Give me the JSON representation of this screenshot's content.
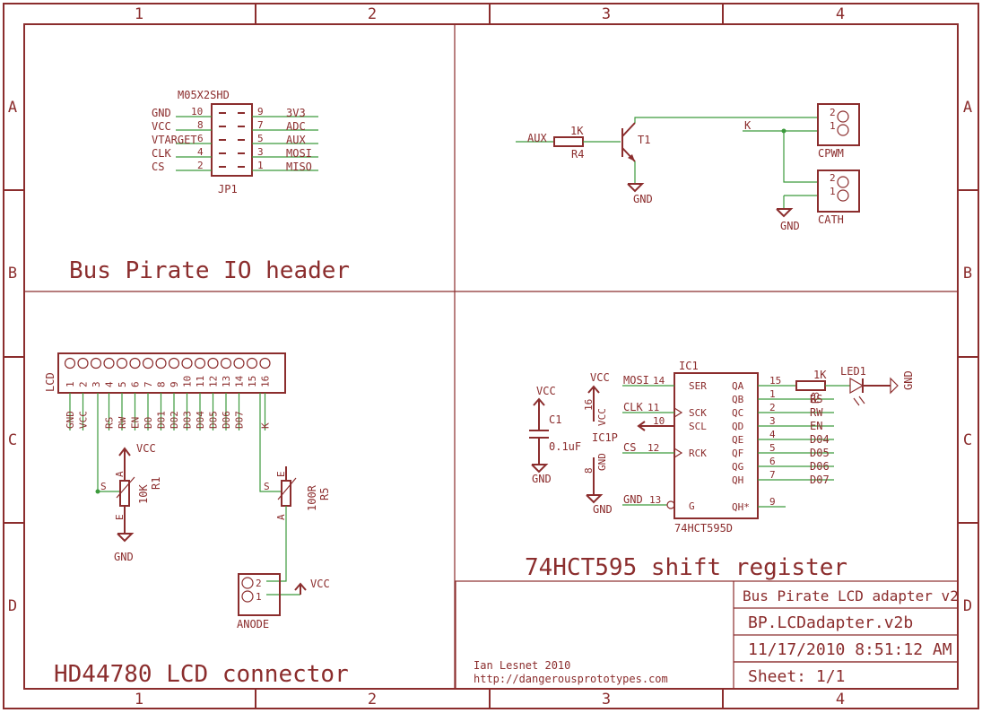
{
  "colors": {
    "ink": "#8b2d2d",
    "wire": "#3c9a3c",
    "background": "#ffffff"
  },
  "frame": {
    "columns": [
      "1",
      "2",
      "3",
      "4"
    ],
    "rows": [
      "A",
      "B",
      "C",
      "D"
    ]
  },
  "sections": {
    "header_title": "Bus Pirate IO header",
    "backlight_title": "",
    "lcd_title": "HD44780 LCD connector",
    "shift_title": "74HCT595 shift register"
  },
  "jp1": {
    "part": "M05X2SHD",
    "name": "JP1",
    "left_nets": [
      "GND",
      "VCC",
      "VTARGET",
      "CLK",
      "CS"
    ],
    "left_pins": [
      "10",
      "8",
      "6",
      "4",
      "2"
    ],
    "right_pins": [
      "9",
      "7",
      "5",
      "3",
      "1"
    ],
    "right_nets": [
      "3V3",
      "ADC",
      "AUX",
      "MOSI",
      "MISO"
    ]
  },
  "backlight": {
    "aux": "AUX",
    "r4_value": "1K",
    "r4_name": "R4",
    "t1": "T1",
    "gnd": "GND",
    "k": "K",
    "cpwm": "CPWM",
    "cath": "CATH",
    "pin2": "2",
    "pin1": "1"
  },
  "lcd": {
    "connector": "LCD",
    "pins": [
      "1",
      "2",
      "3",
      "4",
      "5",
      "6",
      "7",
      "8",
      "9",
      "10",
      "11",
      "12",
      "13",
      "14",
      "15",
      "16"
    ],
    "nets": [
      "GND",
      "VCC",
      "",
      "RS",
      "RW",
      "EN",
      "D0",
      "D01",
      "D02",
      "D03",
      "D04",
      "D05",
      "D06",
      "D07",
      "",
      "K"
    ],
    "vcc": "VCC",
    "gnd": "GND",
    "r1_value": "10K",
    "r1_name": "R1",
    "r5_value": "100R",
    "r5_name": "R5",
    "pot_a": "A",
    "pot_e": "E",
    "pot_s": "S",
    "anode": "ANODE",
    "pin2": "2",
    "pin1": "1"
  },
  "shift": {
    "ic": "IC1",
    "part": "74HCT595D",
    "ic1p": "IC1P",
    "vcc": "VCC",
    "gnd": "GND",
    "vcc_pin": "16",
    "gnd_pin": "8",
    "c1_name": "C1",
    "c1_value": "0.1uF",
    "mosi": "MOSI",
    "clk": "CLK",
    "cs": "CS",
    "vcc_short": "VCC",
    "gnd_short": "GND",
    "left_pins": [
      "SER",
      "SCK",
      "SCL",
      "RCK",
      "G"
    ],
    "left_nums": [
      "14",
      "11",
      "10",
      "12",
      "13"
    ],
    "right_pins": [
      "QA",
      "QB",
      "QC",
      "QD",
      "QE",
      "QF",
      "QG",
      "QH",
      "QH*"
    ],
    "right_nums": [
      "15",
      "1",
      "2",
      "3",
      "4",
      "5",
      "6",
      "7",
      "9"
    ],
    "right_nets": [
      "",
      "RS",
      "RW",
      "EN",
      "D04",
      "D05",
      "D06",
      "D07",
      ""
    ],
    "r_value": "1K",
    "r_name": "R3",
    "led": "LED1",
    "led_gnd": "GND"
  },
  "titleblock": {
    "title": "Bus Pirate LCD adapter v2",
    "file": "BP.LCDadapter.v2b",
    "date": "11/17/2010 8:51:12 AM",
    "sheet": "Sheet: 1/1",
    "author": "Ian Lesnet 2010",
    "url": "http://dangerousprototypes.com"
  }
}
